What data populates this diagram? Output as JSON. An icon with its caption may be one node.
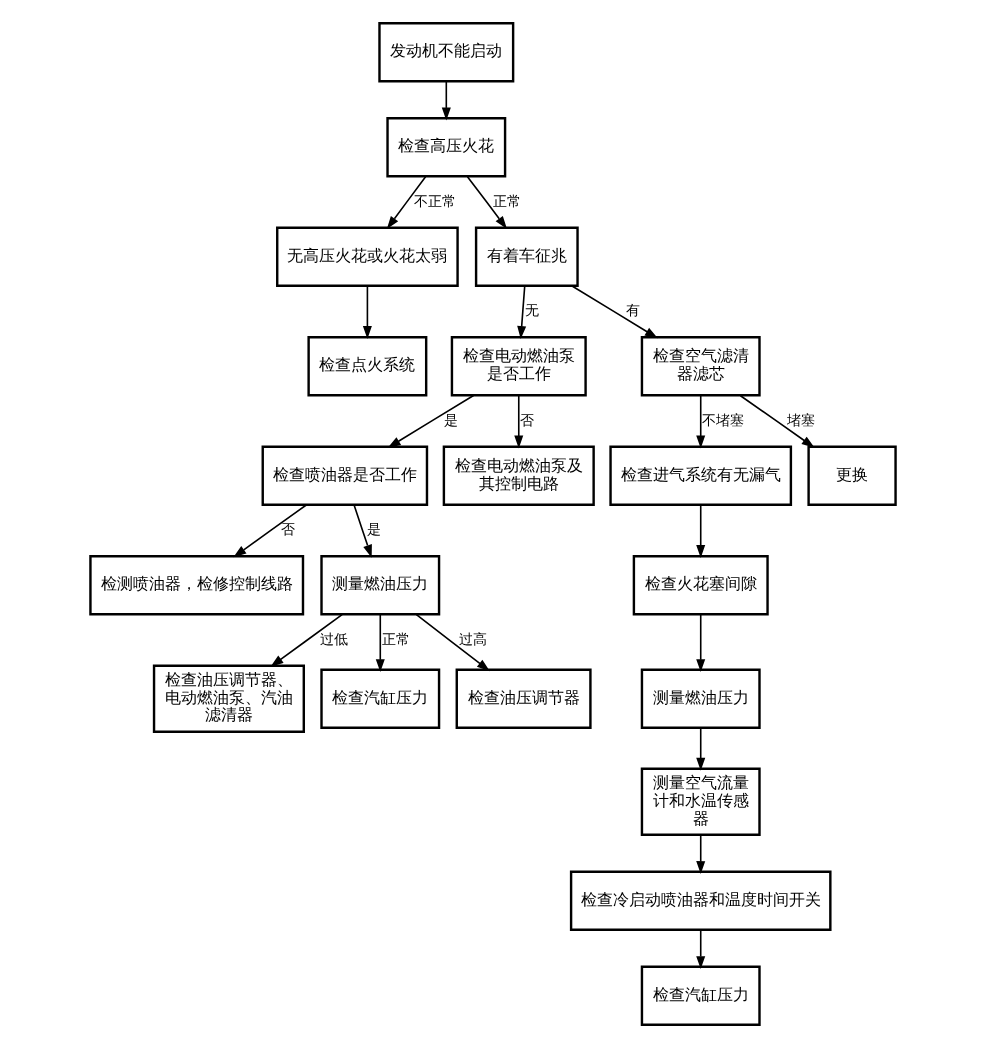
{
  "diagram": {
    "nodes": [
      {
        "text": [
          "发动机不能启动"
        ]
      },
      {
        "text": [
          "检查高压火花"
        ]
      },
      {
        "text": [
          "无高压火花或火花太弱"
        ]
      },
      {
        "text": [
          "有着车征兆"
        ]
      },
      {
        "text": [
          "检查点火系统"
        ]
      },
      {
        "text": [
          "检查电动燃油泵是否工作"
        ]
      },
      {
        "text": [
          "检查空气滤清器滤芯"
        ]
      },
      {
        "text": [
          "检查喷油器是否工作"
        ]
      },
      {
        "text": [
          "检查电动燃油泵及其控制电路"
        ]
      },
      {
        "text": [
          "检查进气系统有无漏气"
        ]
      },
      {
        "text": [
          "更换"
        ]
      },
      {
        "text": [
          "检测喷油器，检修控制线路"
        ]
      },
      {
        "text": [
          "测量燃油压力"
        ]
      },
      {
        "text": [
          "检查火花塞间隙"
        ]
      },
      {
        "text": [
          "检查油压调节器、电动燃油泵、汽油滤清器"
        ]
      },
      {
        "text": [
          "检查汽缸压力"
        ]
      },
      {
        "text": [
          "检查油压调节器"
        ]
      },
      {
        "text": [
          "测量燃油压力"
        ]
      },
      {
        "text": [
          "测量空气流量计和水温传感器"
        ]
      },
      {
        "text": [
          "检查冷启动喷油器和温度时间开关"
        ]
      },
      {
        "text": [
          "检查汽缸压力"
        ]
      }
    ],
    "edges": [
      {
        "from": 0,
        "to": 1,
        "arrow": "to"
      },
      {
        "from": 1,
        "to": 2,
        "arrow": "to",
        "label": "不正常"
      },
      {
        "from": 1,
        "to": 3,
        "arrow": "to",
        "label": "正常"
      },
      {
        "from": 2,
        "to": 4,
        "arrow": "to"
      },
      {
        "from": 3,
        "to": 5,
        "arrow": "to",
        "label": "无"
      },
      {
        "from": 3,
        "to": 6,
        "arrow": "to",
        "label": "有"
      },
      {
        "from": 5,
        "to": 7,
        "arrow": "to",
        "label": "是"
      },
      {
        "from": 5,
        "to": 8,
        "arrow": "to",
        "label": "否"
      },
      {
        "from": 6,
        "to": 9,
        "arrow": "to",
        "label": "不堵塞"
      },
      {
        "from": 6,
        "to": 10,
        "arrow": "to",
        "label": "堵塞"
      },
      {
        "from": 7,
        "to": 11,
        "arrow": "to",
        "label": "否"
      },
      {
        "from": 7,
        "to": 12,
        "arrow": "to",
        "label": "是"
      },
      {
        "from": 9,
        "to": 13,
        "arrow": "to"
      },
      {
        "from": 12,
        "to": 14,
        "arrow": "to",
        "label": "过低"
      },
      {
        "from": 12,
        "to": 15,
        "arrow": "to",
        "label": "正常"
      },
      {
        "from": 12,
        "to": 16,
        "arrow": "to",
        "label": "过高"
      },
      {
        "from": 13,
        "to": 17,
        "arrow": "to"
      },
      {
        "from": 17,
        "to": 18,
        "arrow": "to"
      },
      {
        "from": 18,
        "to": 19,
        "arrow": "to"
      },
      {
        "from": 19,
        "to": 20,
        "arrow": "to"
      }
    ]
  }
}
